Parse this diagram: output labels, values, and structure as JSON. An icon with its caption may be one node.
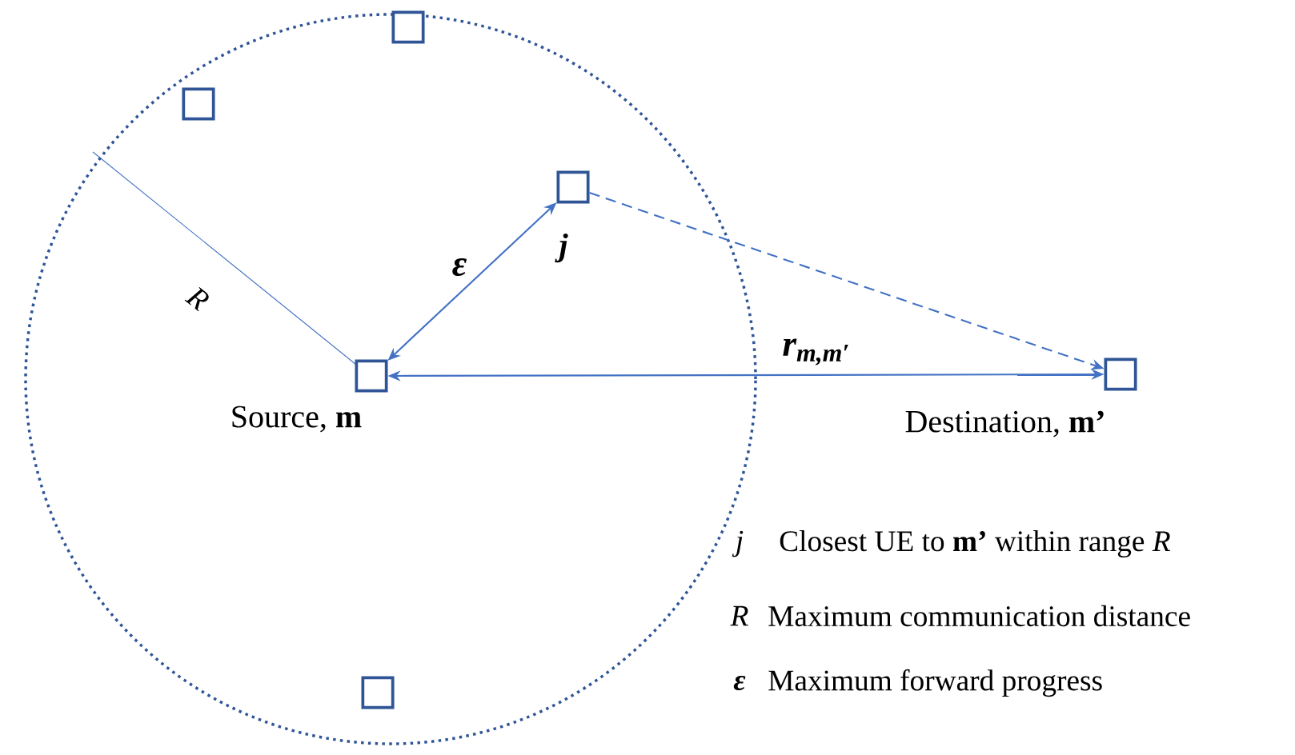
{
  "diagram": {
    "nodes": [
      {
        "text": [],
        "shape": "circle"
      },
      {
        "text": [],
        "shape": "box",
        "in": 0
      },
      {
        "text": [],
        "shape": "box",
        "in": 0
      },
      {
        "text": [],
        "shape": "box",
        "in": 0,
        "beside": [
          "j"
        ]
      },
      {
        "text": [],
        "shape": "box",
        "in": 0,
        "beside": [
          "Source, **m**"
        ]
      },
      {
        "text": [],
        "shape": "box",
        "beside": [
          "Destination, **m’**"
        ]
      },
      {
        "text": [],
        "shape": "box",
        "in": 0
      }
    ],
    "edges": [
      {
        "from": 4,
        "to": 3,
        "arrow": "both",
        "label": "ε"
      },
      {
        "from": 3,
        "to": 5,
        "arrow": "to",
        "style": "dashed"
      },
      {
        "from": 4,
        "to": 5,
        "arrow": "both",
        "label": "r$_{m,m′}$"
      }
    ],
    "labels": [
      "R",
      "j",
      "Closest UE to **m’** within range *R*",
      "R",
      "Maximum communication distance",
      "ε",
      "Maximum forward progress"
    ]
  }
}
